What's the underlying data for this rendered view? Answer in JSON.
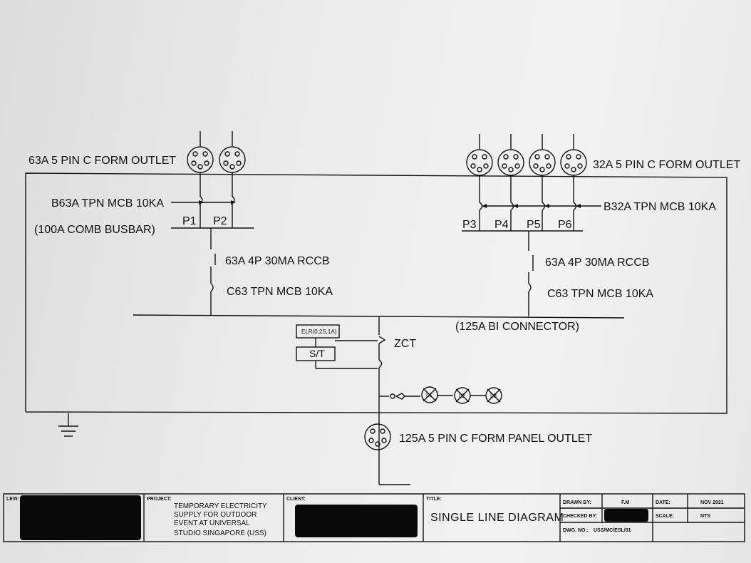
{
  "outlets": {
    "left_label": "63A 5 PIN C FORM OUTLET",
    "right_label": "32A 5 PIN C FORM OUTLET",
    "panel_label": "125A 5 PIN C FORM PANEL OUTLET"
  },
  "left_branch": {
    "mcb_label": "B63A TPN MCB 10KA",
    "busbar_label": "(100A COMB BUSBAR)",
    "phases": [
      "P1",
      "P2"
    ],
    "rccb_label": "63A 4P 30MA RCCB",
    "main_mcb_label": "C63 TPN MCB 10KA"
  },
  "right_branch": {
    "mcb_label": "B32A TPN MCB 10KA",
    "phases": [
      "P3",
      "P4",
      "P5",
      "P6"
    ],
    "rccb_label": "63A 4P 30MA RCCB",
    "main_mcb_label": "C63 TPN MCB 10KA"
  },
  "main": {
    "connector_label": "(125A BI CONNECTOR)",
    "elr_label": "ELR(0.2S,1A)",
    "st_label": "S/T",
    "zct_label": "ZCT",
    "lamps": [
      "L1",
      "L2",
      "L3"
    ]
  },
  "title_block": {
    "lew_header": "LEW:",
    "project_header": "PROJECT:",
    "project_lines": [
      "TEMPORARY ELECTRICITY",
      "SUPPLY FOR OUTDOOR",
      "EVENT AT UNIVERSAL",
      "STUDIO SINGAPORE (USS)"
    ],
    "client_header": "CLIENT:",
    "title_header": "TITLE:",
    "title": "SINGLE LINE DIAGRAM",
    "drawn_by_header": "DRAWN BY:",
    "drawn_by": "F.M",
    "checked_by_header": "CHECKED BY:",
    "dwg_no_header": "DWG. NO.:",
    "dwg_no": "USS/MC/ESL/01",
    "date_header": "DATE:",
    "date": "NOV 2021",
    "scale_header": "SCALE:",
    "scale": "NTS"
  }
}
